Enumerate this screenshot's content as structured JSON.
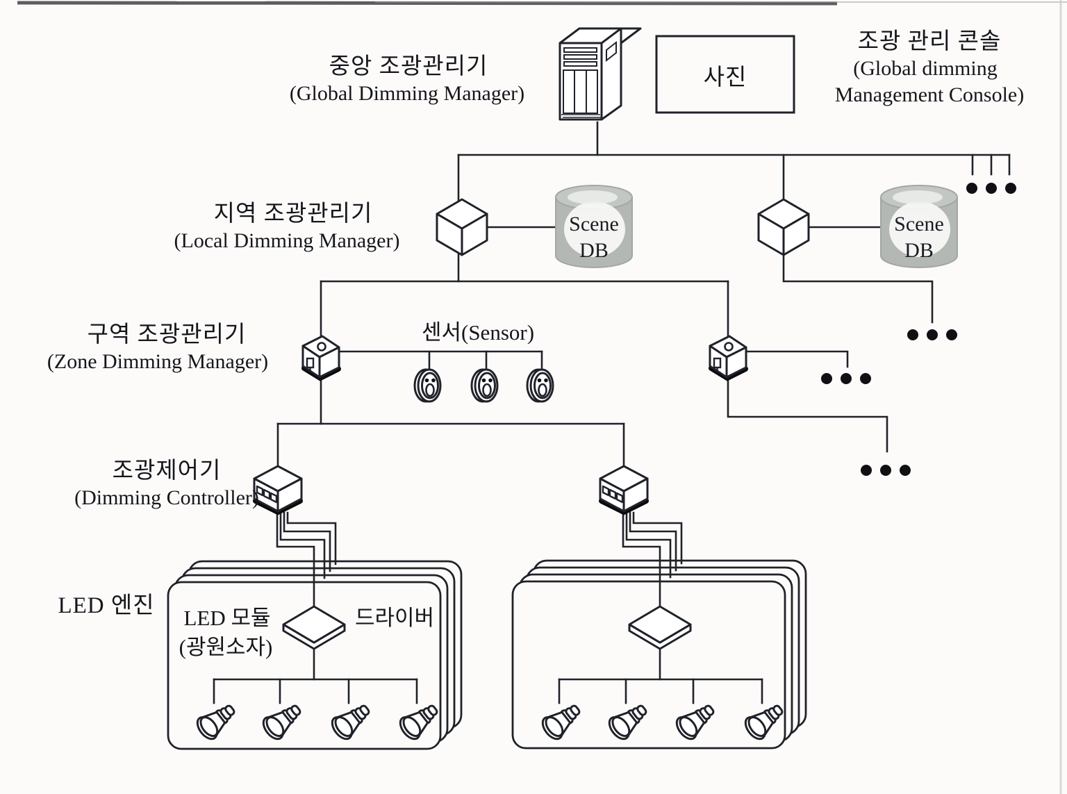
{
  "labels": {
    "global_manager_ko": "중앙 조광관리기",
    "global_manager_en": "(Global Dimming Manager)",
    "photo_box": "사진",
    "console_ko": "조광 관리 콘솔",
    "console_en1": "(Global dimming",
    "console_en2": "Management Console)",
    "local_manager_ko": "지역 조광관리기",
    "local_manager_en": "(Local Dimming Manager)",
    "scene_db_left_1": "Scene",
    "scene_db_left_2": "DB",
    "scene_db_right_1": "Scene",
    "scene_db_right_2": "DB",
    "zone_manager_ko": "구역 조광관리기",
    "zone_manager_en": "(Zone Dimming Manager)",
    "sensor": "센서(Sensor)",
    "controller_ko": "조광제어기",
    "controller_en": "(Dimming Controller)",
    "led_engine": "LED 엔진",
    "led_module_1": "LED 모듈",
    "led_module_2": "(광원소자)",
    "driver": "드라이버"
  },
  "icons": {
    "server": "server-tower-icon",
    "cube": "network-node-cube-icon",
    "zone_box": "zone-device-icon",
    "controller_box": "controller-device-icon",
    "sensor": "light-sensor-icon",
    "driver": "driver-board-icon",
    "lamp": "spotlight-lamp-icon",
    "database": "scene-db-cylinder-icon",
    "ellipsis": "more-items-dots"
  },
  "colors": {
    "line": "#20222a",
    "text": "#15161c",
    "db_fill": "#b4b8b5",
    "db_top": "#c3c7c4",
    "background": "#fcfbf9"
  }
}
